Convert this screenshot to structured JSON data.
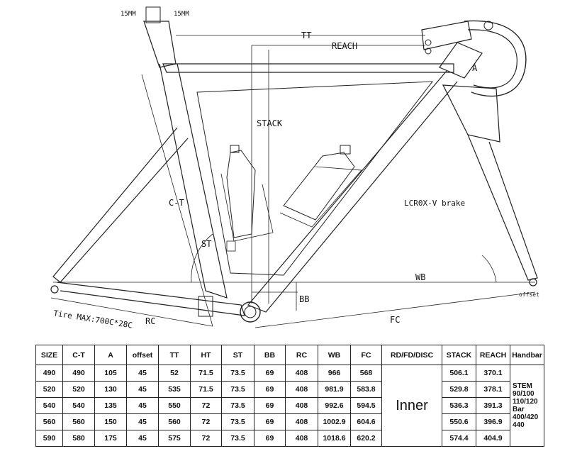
{
  "labels": {
    "seatpost_width_left": "15MM",
    "seatpost_width_right": "15MM",
    "tt": "TT",
    "reach": "REACH",
    "stack": "STACK",
    "a": "A",
    "ct": "C-T",
    "st": "ST",
    "wb": "WB",
    "bb": "BB",
    "rc": "RC",
    "fc": "FC",
    "offset": "offset",
    "brake": "LCR0X-V brake",
    "tire": "Tire MAX:700C*28C"
  },
  "table": {
    "headers": [
      "SIZE",
      "C-T",
      "A",
      "offset",
      "TT",
      "HT",
      "ST",
      "BB",
      "RC",
      "WB",
      "FC",
      "RD/FD/DISC",
      "STACK",
      "REACH",
      "Handbar"
    ],
    "rows": [
      [
        "490",
        "490",
        "105",
        "45",
        "52",
        "71.5",
        "73.5",
        "69",
        "408",
        "966",
        "568",
        "506.1",
        "370.1"
      ],
      [
        "520",
        "520",
        "130",
        "45",
        "535",
        "71.5",
        "73.5",
        "69",
        "408",
        "981.9",
        "583.8",
        "529.8",
        "378.1"
      ],
      [
        "540",
        "540",
        "135",
        "45",
        "550",
        "72",
        "73.5",
        "69",
        "408",
        "992.6",
        "594.5",
        "536.3",
        "391.3"
      ],
      [
        "560",
        "560",
        "150",
        "45",
        "560",
        "72",
        "73.5",
        "69",
        "408",
        "1002.9",
        "604.6",
        "550.6",
        "396.9"
      ],
      [
        "590",
        "580",
        "175",
        "45",
        "575",
        "72",
        "73.5",
        "69",
        "408",
        "1018.6",
        "620.2",
        "574.4",
        "404.9"
      ]
    ],
    "merged_cell": "Inner",
    "handbar_lines": [
      "STEM",
      "90/100",
      "110/120",
      "Bar",
      "400/420",
      "440"
    ]
  }
}
